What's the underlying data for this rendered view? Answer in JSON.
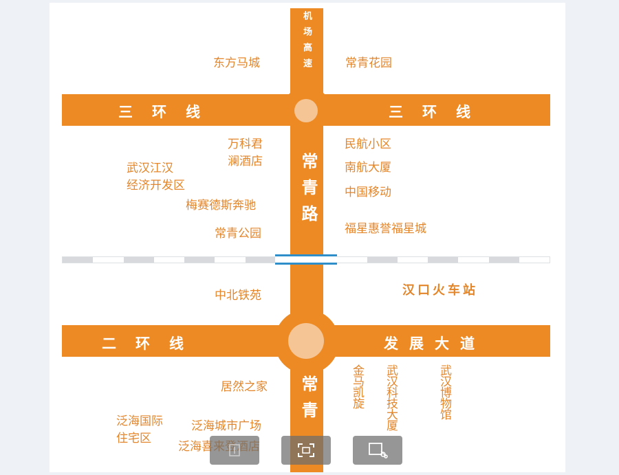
{
  "map": {
    "roads": {
      "ring3_left": "三环线",
      "ring3_right": "三环线",
      "ring2_left": "二环线",
      "fazhan": "发展大道",
      "airport": "机场高速",
      "changqing_mid": "常青路",
      "changqing_bottom": "常青"
    },
    "places": {
      "dongfang": "东方马城",
      "changqing_garden": "常青花园",
      "vanke_line1": "万科君",
      "vanke_line2": "澜酒店",
      "minhang": "民航小区",
      "nanhang": "南航大厦",
      "wuhan_dev_line1": "武汉江汉",
      "wuhan_dev_line2": "经济开发区",
      "china_mobile": "中国移动",
      "benz": "梅赛德斯奔驰",
      "fuxing": "福星惠誉福星城",
      "changqing_park": "常青公园",
      "zhongbei": "中北铁苑",
      "hankou_station": "汉口火车站",
      "jurain": "居然之家",
      "jinma": "金马凯旋",
      "wuhan_tech": "武汉科技大厦",
      "wuhan_museum": "武汉博物馆",
      "fanhai_intl_line1": "泛海国际",
      "fanhai_intl_line2": "住宅区",
      "fanhai_plaza": "泛海城市广场",
      "fanhai_hotel": "泛海喜来登酒店"
    }
  },
  "colors": {
    "road": "#ed8a24",
    "node": "#f5c596",
    "label": "#e3862b",
    "rail_bridge": "#2e8ec9"
  },
  "toolbar": {
    "buttons": [
      "previous-icon",
      "fit-screen-icon",
      "crop-icon"
    ]
  }
}
